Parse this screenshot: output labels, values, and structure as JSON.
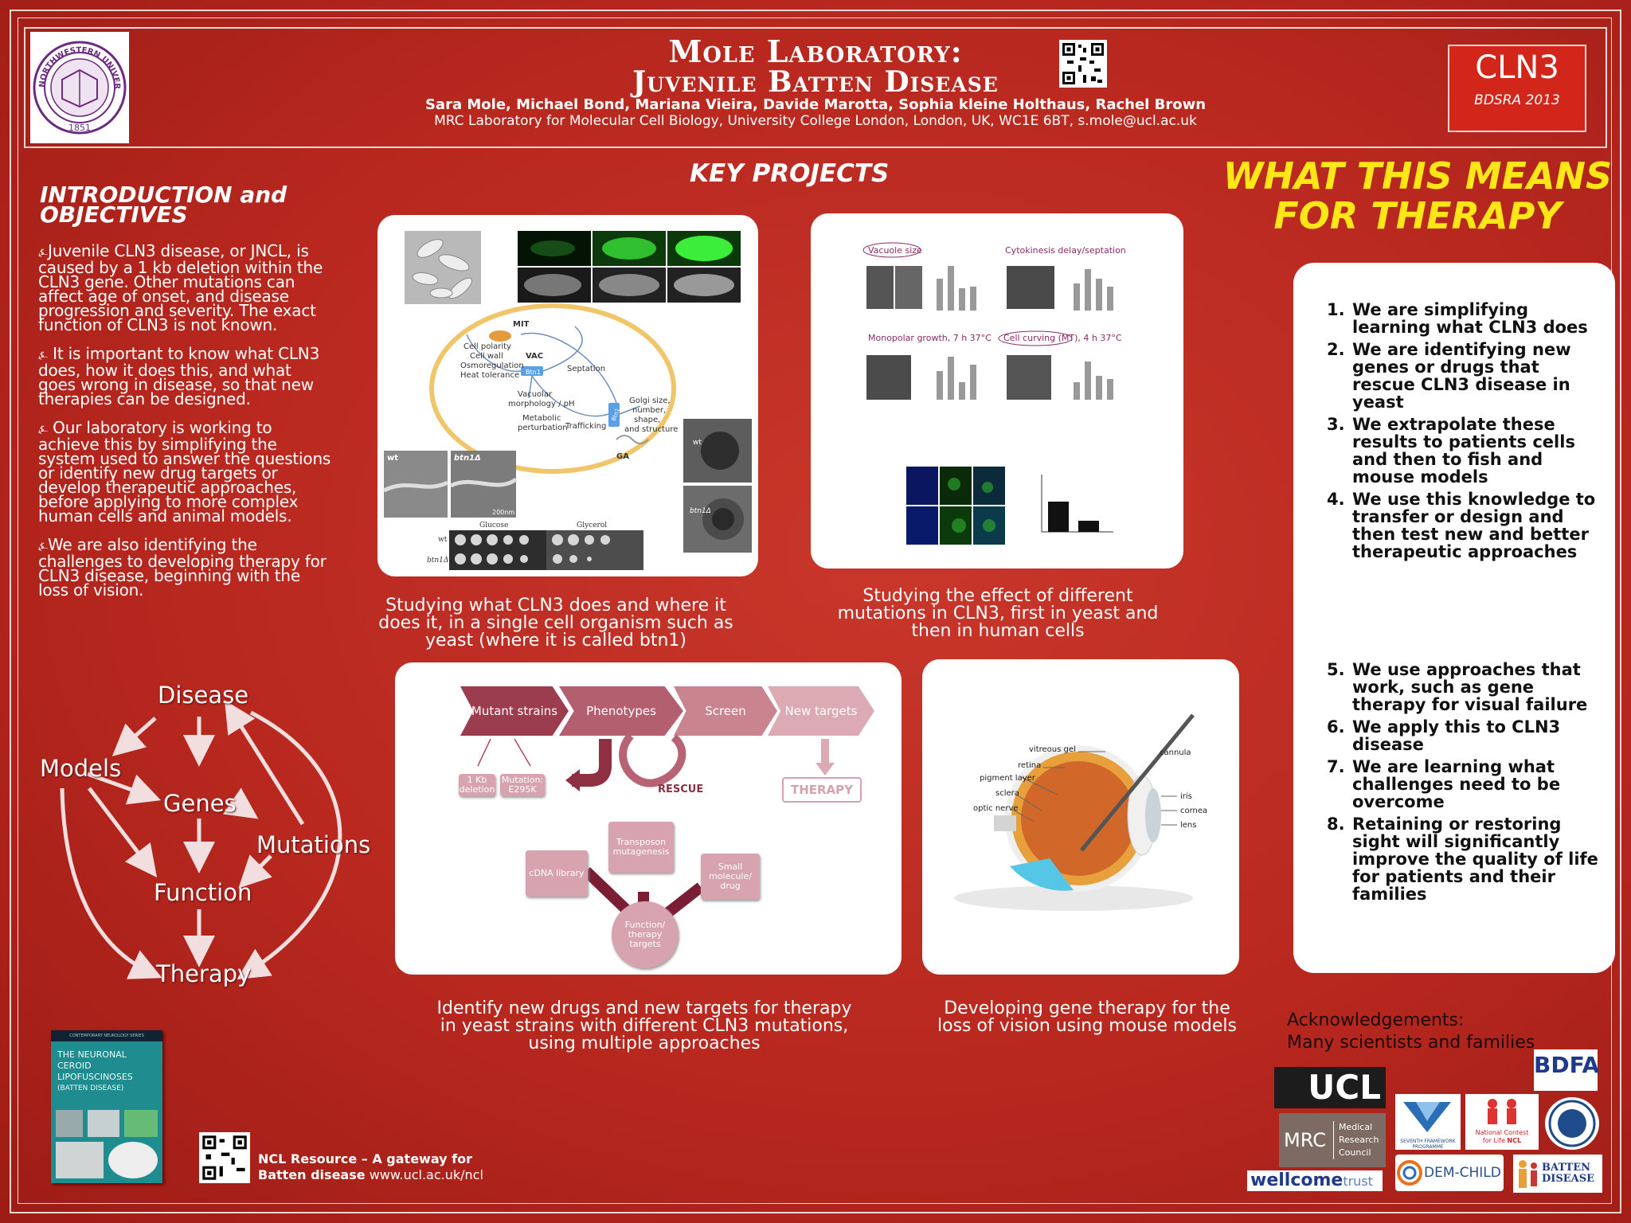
{
  "header": {
    "title_line1": "Mole Laboratory:",
    "title_line2": "Juvenile Batten Disease",
    "authors": "Sara Mole, Michael Bond, Mariana Vieira, Davide Marotta, Sophia kleine Holthaus, Rachel Brown",
    "affiliation": "MRC Laboratory for Molecular Cell Biology, University College London, London, UK, WC1E 6BT, s.mole@ucl.ac.uk",
    "badge_title": "CLN3",
    "badge_subtitle": "BDSRA 2013",
    "seal_top_text": "NORTHWESTERN UNIVERSITY",
    "seal_year": "1851"
  },
  "intro": {
    "heading": "INTRODUCTION and OBJECTIVES",
    "paragraphs": [
      "Juvenile CLN3 disease, or JNCL, is caused by a 1 kb deletion within the CLN3 gene. Other mutations can affect age of onset, and disease progression and severity.  The exact function of CLN3 is not known.",
      " It is important to know what CLN3 does, how it does this, and what goes wrong in disease, so that new therapies can be designed.",
      " Our laboratory is working to achieve this by simplifying the system used to answer the questions or identify new drug targets or develop therapeutic approaches, before applying to more complex human cells and animal models.",
      "We are also identifying the challenges to developing therapy for CLN3 disease, beginning with the loss of vision."
    ]
  },
  "flow_diagram": {
    "disease": "Disease",
    "models": "Models",
    "genes": "Genes",
    "mutations": "Mutations",
    "function": "Function",
    "therapy": "Therapy"
  },
  "book": {
    "series": "CONTEMPORARY NEUROLOGY SERIES",
    "title": "THE NEURONAL CEROID LIPOFUSCINOSES",
    "subtitle": "(BATTEN DISEASE)"
  },
  "ncl_resource": {
    "label": "NCL Resource – A gateway for",
    "label2": "Batten disease",
    "url": "www.ucl.ac.uk/ncl"
  },
  "key_projects": {
    "heading": "KEY PROJECTS",
    "caption1": "Studying what CLN3 does and where it does it, in a single cell organism such as yeast (where it is called btn1)",
    "caption2": "Studying the effect of different mutations in CLN3, first in yeast and then in human cells",
    "caption3": "Identify new drugs and new targets for therapy in yeast strains with different CLN3 mutations, using multiple approaches",
    "caption4": "Developing gene therapy for the loss of vision using mouse models"
  },
  "yeast_panel": {
    "cell_labels": {
      "mit": "MIT",
      "vac": "VAC",
      "btn1": "Btn1",
      "btn1_b": "Btn1",
      "ga": "GA",
      "polarity": "Cell polarity",
      "wall": "Cell wall",
      "osmo": "Osmoregulation",
      "heat": "Heat tolerance",
      "vacuolar": "Vacuolar",
      "morph": "morphology / pH",
      "septation": "Septation",
      "golgi1": "Golgi size,",
      "golgi2": "number,",
      "golgi3": "shape,",
      "golgi4": "and structure",
      "metabolic": "Metabolic",
      "perturbation": "perturbation",
      "trafficking": "Trafficking"
    },
    "em_labels": {
      "wt": "wt",
      "mutant": "btn1Δ",
      "scale": "200nm"
    },
    "plate_labels": {
      "glucose": "Glucose",
      "glycerol": "Glycerol",
      "wt": "wt",
      "mutant": "btn1Δ"
    }
  },
  "mutation_panel": {
    "vacuole": "Vacuole size",
    "cytokinesis": "Cytokinesis delay/septation",
    "monopolar": "Monopolar growth, 7 h 37°C",
    "curving": "Cell curving (MT), 4 h 37°C"
  },
  "drug_panel": {
    "chevrons": [
      "Mutant strains",
      "Phenotypes",
      "Screen",
      "New targets"
    ],
    "deletion": "1 Kb deletion",
    "mutation": "Mutation: E295K",
    "rescue": "RESCUE",
    "therapy": "THERAPY",
    "transposon": "Transposon mutagenesis",
    "cdna": "cDNA library",
    "small_molecule": "Small molecule/ drug",
    "targets": "Function/ therapy targets"
  },
  "eye_panel": {
    "vitreous": "vitreous gel",
    "retina": "retina",
    "pigment": "pigment layer",
    "sclera": "sclera",
    "optic": "optic nerve",
    "cannula": "cannula",
    "iris": "iris",
    "cornea": "cornea",
    "lens": "lens"
  },
  "therapy_section": {
    "heading_line1": "WHAT THIS MEANS",
    "heading_line2": "FOR THERAPY",
    "items_top": [
      {
        "n": "1.",
        "text": "We are simplifying learning what CLN3 does"
      },
      {
        "n": "2.",
        "text": "We are identifying new genes or drugs that rescue CLN3 disease in yeast"
      },
      {
        "n": "3.",
        "text": "We extrapolate these results to patients cells and then to fish and mouse models"
      },
      {
        "n": "4.",
        "text": "We use this knowledge to transfer or design and then test new and better therapeutic approaches"
      }
    ],
    "items_bottom": [
      {
        "n": "5.",
        "text": "We use approaches that work, such as gene therapy for visual failure"
      },
      {
        "n": "6.",
        "text": "We apply this to CLN3 disease"
      },
      {
        "n": "7.",
        "text": "We are learning what challenges need to be overcome"
      },
      {
        "n": "8.",
        "text": "Retaining or restoring sight will significantly improve the quality of life for patients and their families"
      }
    ]
  },
  "acknowledgements": {
    "title": "Acknowledgements:",
    "text": "Many scientists and families"
  },
  "logos": {
    "ucl": "UCL",
    "mrc": "MRC",
    "mrc_full1": "Medical",
    "mrc_full2": "Research",
    "mrc_full3": "Council",
    "wellcome": "wellcome",
    "trust": "trust",
    "seventh": "SEVENTH FRAMEWORK PROGRAMME",
    "national1": "National Contest",
    "national2": "for Life",
    "ncl": "NCL",
    "dem": "DEM-CHILD",
    "bdfa": "BDFA",
    "batten1": "BATTEN",
    "batten2": "DISEASE"
  },
  "colors": {
    "background": "#b8281f",
    "heading_yellow": "#ffe617",
    "panel": "#ffffff"
  }
}
